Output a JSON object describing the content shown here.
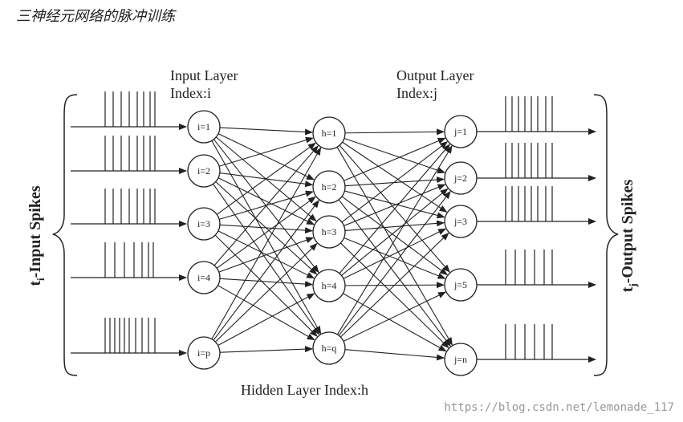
{
  "title": "三神经元网络的脉冲训练",
  "labels": {
    "input_layer_title": "Input Layer",
    "input_layer_index": "Index:i",
    "output_layer_title": "Output Layer",
    "output_layer_index": "Index:j",
    "hidden_layer": "Hidden Layer Index:h",
    "input_spikes_prefix": "t",
    "input_spikes_sub": "i",
    "input_spikes_suffix": "-Input Spikes",
    "output_spikes_prefix": "t",
    "output_spikes_sub": "j",
    "output_spikes_suffix": "-Output Spikes"
  },
  "input_nodes": [
    "i=1",
    "i=2",
    "i=3",
    "i=4",
    "i=p"
  ],
  "hidden_nodes": [
    "h=1",
    "h=2",
    "h=3",
    "h=4",
    "h=q"
  ],
  "output_nodes": [
    "j=1",
    "j=2",
    "j=3",
    "j=5",
    "j=n"
  ],
  "watermark": "https://blog.csdn.net/lemonade_117",
  "colors": {
    "stroke": "#222222",
    "text": "#222222",
    "watermark": "#999999"
  }
}
